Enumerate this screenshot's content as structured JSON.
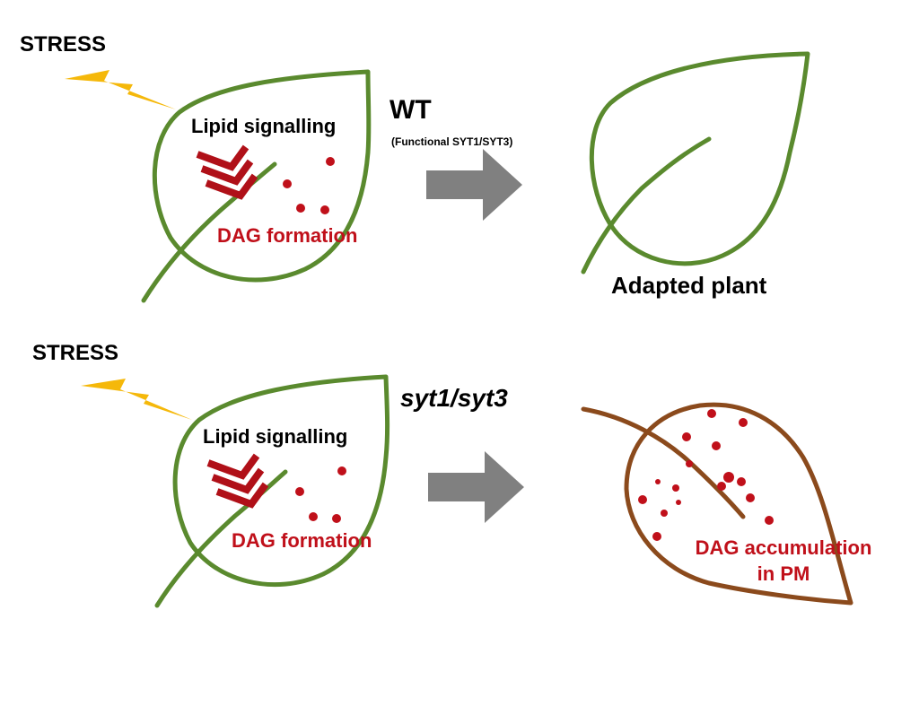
{
  "colors": {
    "healthy_leaf": "#5a8a2e",
    "stressed_leaf": "#8b4a1c",
    "dag_red": "#c0101a",
    "signal_arrow": "#b01018",
    "lightning": "#f5b80a",
    "process_arrow": "#808080",
    "text": "#000000"
  },
  "top_row": {
    "stress_label": "STRESS",
    "lipid_label": "Lipid signalling",
    "dag_label": "DAG formation",
    "genotype_label": "WT",
    "genotype_note": "(Functional SYT1/SYT3)",
    "outcome_label": "Adapted plant"
  },
  "bottom_row": {
    "stress_label": "STRESS",
    "lipid_label": "Lipid signalling",
    "dag_label": "DAG formation",
    "genotype_label": "syt1/syt3",
    "outcome_label_line1": "DAG accumulation",
    "outcome_label_line2": "in PM"
  },
  "icons": {
    "lightning": "lightning-bolt-icon",
    "leaf": "leaf-icon",
    "signal": "chevron-arrows-icon",
    "arrow": "right-arrow-icon"
  }
}
